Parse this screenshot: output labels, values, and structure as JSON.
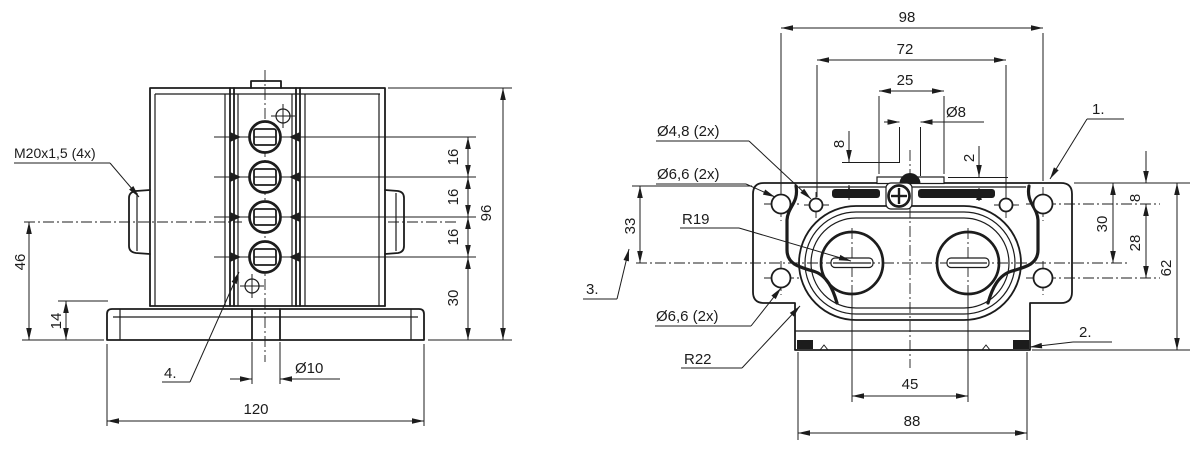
{
  "front": {
    "thread_label": "M20x1,5 (4x)",
    "dim_46": "46",
    "dim_14": "14",
    "ref_4": "4.",
    "dim_slot": "Ø10",
    "dim_120": "120",
    "dim_16_1": "16",
    "dim_16_2": "16",
    "dim_16_3": "16",
    "dim_30": "30",
    "dim_96": "96"
  },
  "top": {
    "dim_98": "98",
    "dim_72": "72",
    "dim_25": "25",
    "dim_d8": "Ø8",
    "dim_8_boss": "8",
    "dim_2": "2",
    "ref_1": "1.",
    "hole_48": "Ø4,8 (2x)",
    "hole_66_top": "Ø6,6 (2x)",
    "radius_19": "R19",
    "dim_33": "33",
    "ref_3": "3.",
    "hole_66_bottom": "Ø6,6 (2x)",
    "radius_22": "R22",
    "dim_8_edge": "8",
    "dim_30_edge": "30",
    "dim_28": "28",
    "dim_62": "62",
    "dim_45": "45",
    "dim_88": "88",
    "ref_2": "2."
  },
  "colors": {
    "line": "#1c1c1c",
    "background": "#ffffff"
  }
}
